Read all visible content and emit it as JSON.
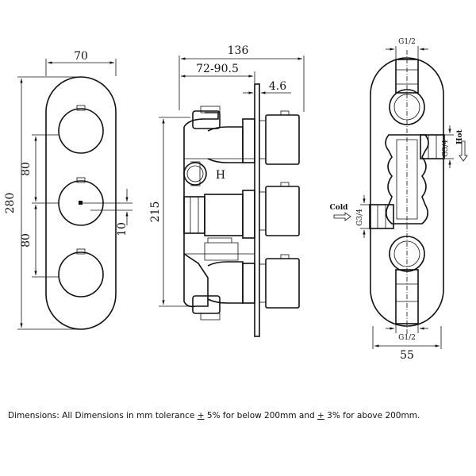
{
  "front_view": {
    "width_dim": "70",
    "height_dim": "280",
    "spacing_upper": "80",
    "spacing_lower": "80",
    "offset_dim": "10"
  },
  "side_view": {
    "depth_dim": "136",
    "range_dim": "72-90.5",
    "plate_dim": "4.6",
    "height_dim": "215",
    "body_mark": "H"
  },
  "rear_view": {
    "top_port": "G1/2",
    "bottom_port": "G1/2",
    "width_dim": "55",
    "hot_label": "Hot",
    "hot_port": "G3/4",
    "cold_label": "Cold",
    "cold_port": "G3/4"
  },
  "footer": {
    "prefix": "Dimensions: All Dimensions in mm tolerance ",
    "pm1": "+",
    "mid1": " 5% for below 200mm and ",
    "pm2": "+",
    "suffix": " 3% for above 200mm."
  }
}
